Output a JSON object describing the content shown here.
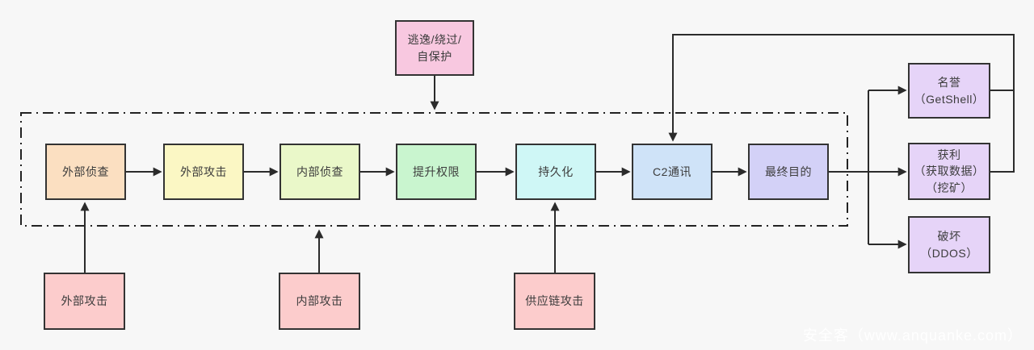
{
  "canvas": {
    "background": "#f7f7f7",
    "box_border_color": "#333333",
    "connector_color": "#2b2b2b",
    "text_color": "#3c3c3c"
  },
  "top_node": {
    "label": "逃逸/绕过/\n自保护",
    "fill": "#f8c8e0"
  },
  "chain_nodes": [
    {
      "label": "外部侦查",
      "fill": "#fbdfc1"
    },
    {
      "label": "外部攻击",
      "fill": "#fbf7c4"
    },
    {
      "label": "内部侦查",
      "fill": "#eaf8c9"
    },
    {
      "label": "提升权限",
      "fill": "#c9f5cf"
    },
    {
      "label": "持久化",
      "fill": "#cff7f6"
    },
    {
      "label": "C2通讯",
      "fill": "#cfe3f8"
    },
    {
      "label": "最终目的",
      "fill": "#d3d1f7"
    }
  ],
  "entry_nodes": [
    {
      "label": "外部攻击",
      "fill": "#fccccc"
    },
    {
      "label": "内部攻击",
      "fill": "#fccccc"
    },
    {
      "label": "供应链攻击",
      "fill": "#fccccc"
    }
  ],
  "goal_nodes": [
    {
      "label": "名誉\n（GetShell）",
      "fill": "#e6d4f8"
    },
    {
      "label": "获利\n（获取数据）\n（挖矿）",
      "fill": "#e6d4f8"
    },
    {
      "label": "破坏\n（DDOS）",
      "fill": "#e6d4f8"
    }
  ],
  "watermark": "安全客（www.anquanke.com）"
}
